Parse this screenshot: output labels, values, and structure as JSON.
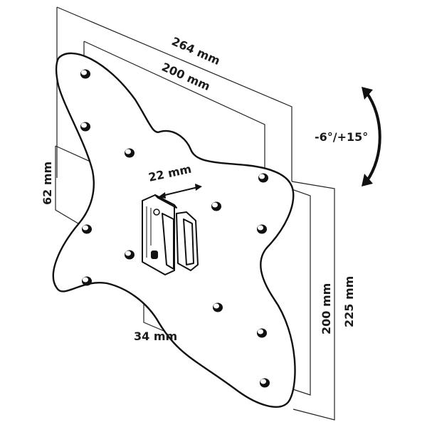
{
  "labels": {
    "width_outer": "264 mm",
    "width_inner": "200 mm",
    "tilt": "-6°/+15°",
    "bracket_width": "22 mm",
    "offset_top": "62 mm",
    "bracket_depth": "34 mm",
    "height_inner": "200 mm",
    "height_outer": "225 mm"
  }
}
